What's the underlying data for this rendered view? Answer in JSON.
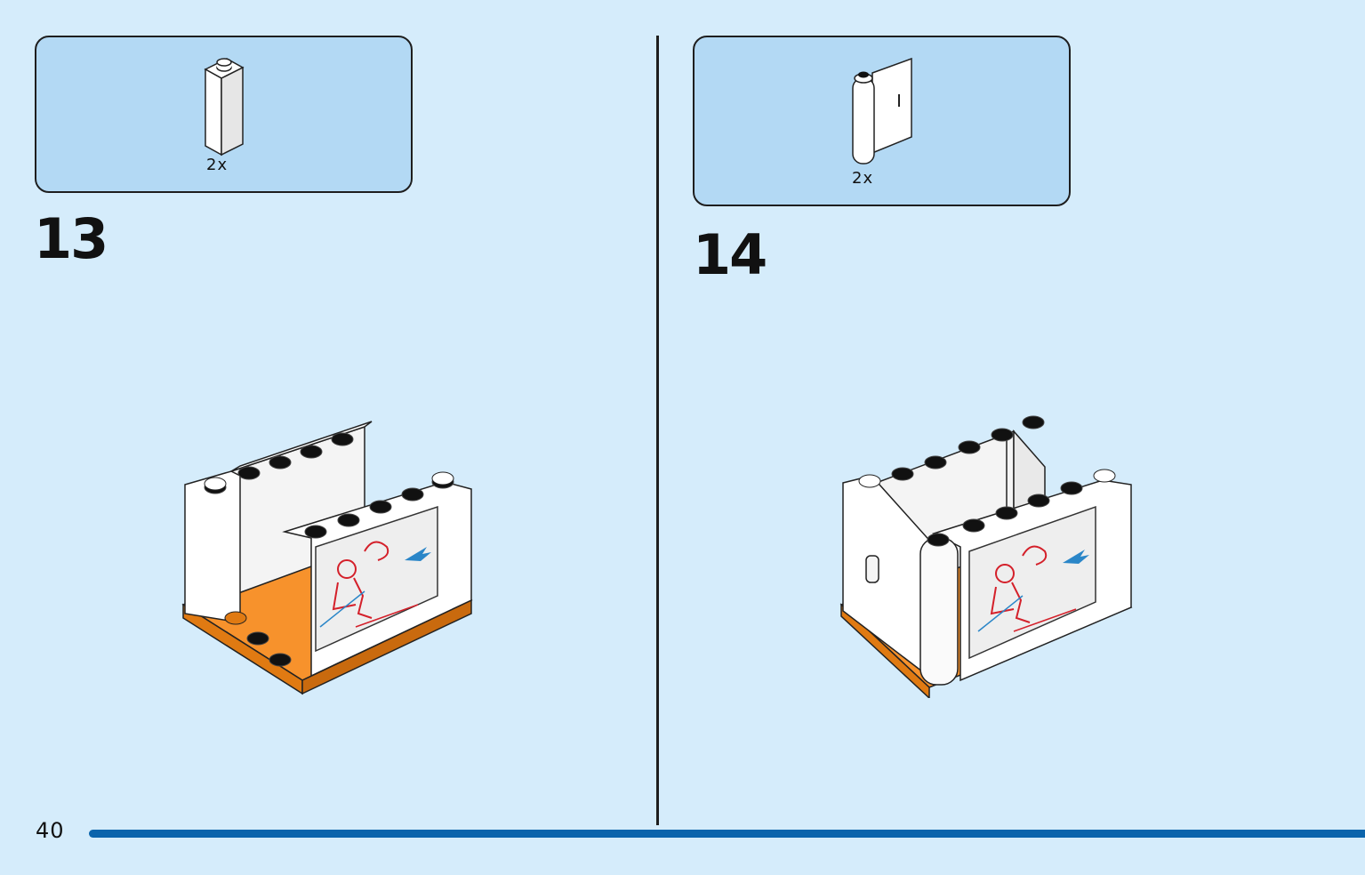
{
  "page": {
    "number": "40"
  },
  "steps": [
    {
      "number": "13",
      "parts": [
        {
          "quantity": "2x",
          "part_icon": "white-1x1x3-brick-icon"
        }
      ]
    },
    {
      "number": "14",
      "parts": [
        {
          "quantity": "2x",
          "part_icon": "white-door-panel-icon"
        }
      ]
    }
  ],
  "colors": {
    "background": "#d5ecfb",
    "parts_box": "#b3d9f4",
    "progress_bar": "#0a64ac",
    "brick_orange": "#f7922c",
    "brick_white": "#ffffff",
    "print_red": "#d4202a",
    "print_blue": "#2a86c8"
  }
}
